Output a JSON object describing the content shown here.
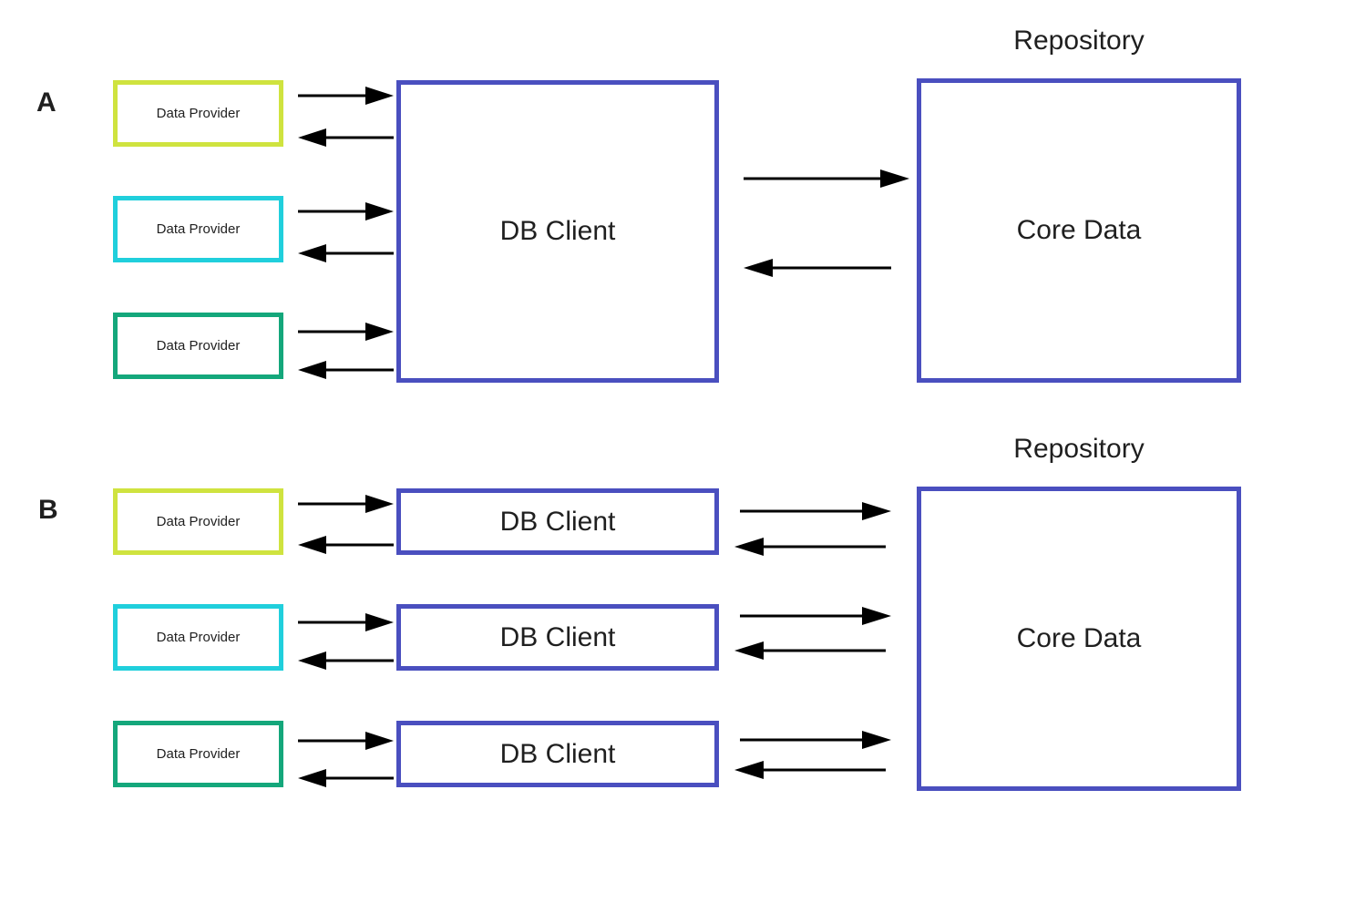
{
  "diagram": {
    "title": "",
    "colors": {
      "provider_yellow": "#cfe33f",
      "provider_cyan": "#20cfdc",
      "provider_teal": "#14a77b",
      "client_blue": "#4a4fbf",
      "core_blue": "#4a4fbf",
      "arrow_black": "#000000",
      "background": "#ffffff",
      "text": "#1f1f1f"
    },
    "panels": [
      {
        "id": "A",
        "label": "A",
        "repository_label": "Repository",
        "core_label": "Core Data",
        "client_label": "DB Client",
        "providers": [
          {
            "label": "Data Provider",
            "color": "#cfe33f"
          },
          {
            "label": "Data Provider",
            "color": "#20cfdc"
          },
          {
            "label": "Data Provider",
            "color": "#14a77b"
          }
        ]
      },
      {
        "id": "B",
        "label": "B",
        "repository_label": "Repository",
        "core_label": "Core Data",
        "clients": [
          {
            "label": "DB Client"
          },
          {
            "label": "DB Client"
          },
          {
            "label": "DB Client"
          }
        ],
        "providers": [
          {
            "label": "Data Provider",
            "color": "#cfe33f"
          },
          {
            "label": "Data Provider",
            "color": "#20cfdc"
          },
          {
            "label": "Data Provider",
            "color": "#14a77b"
          }
        ]
      }
    ]
  }
}
